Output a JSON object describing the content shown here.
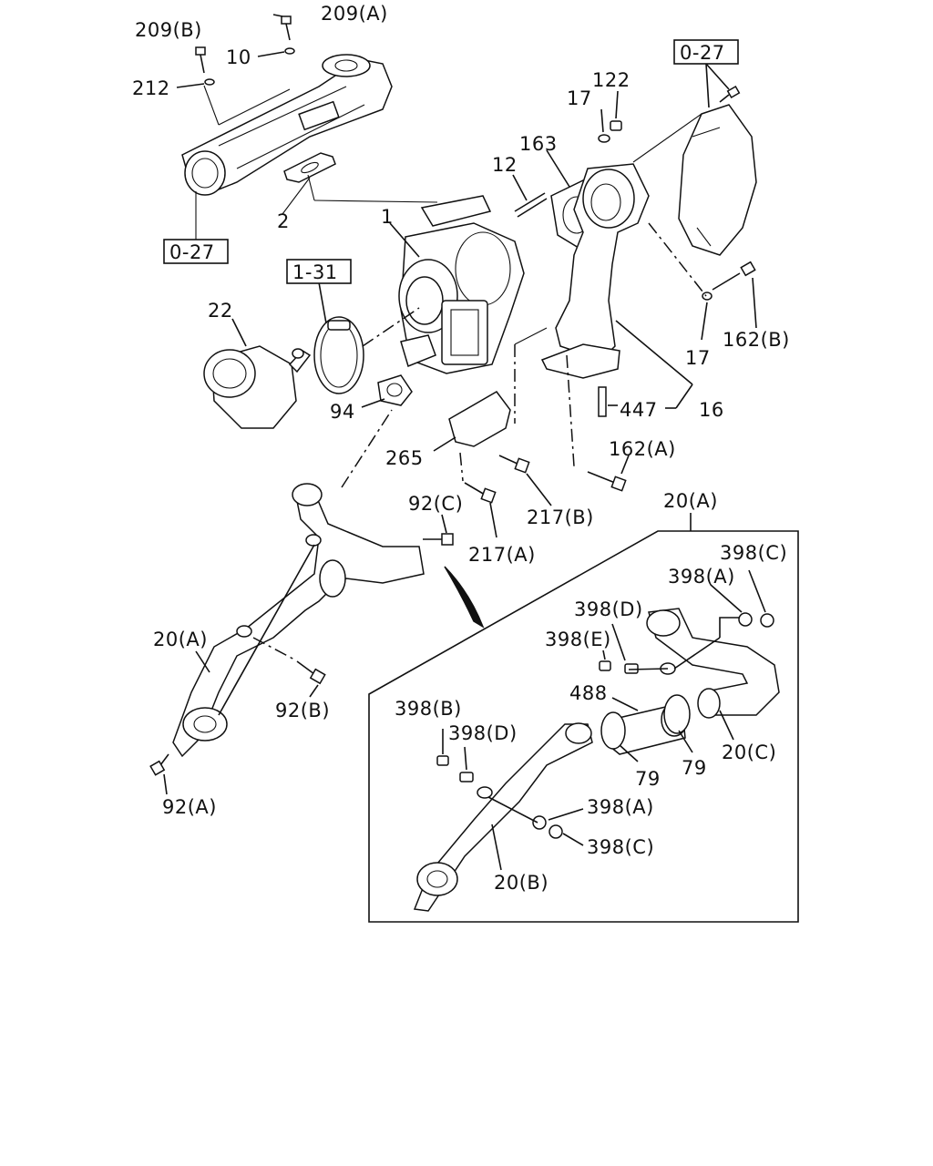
{
  "labels": {
    "l_209a": "209(A)",
    "l_209b": "209(B)",
    "l_10": "10",
    "l_212": "212",
    "l_2": "2",
    "l_027_left": "0-27",
    "l_027_right": "0-27",
    "l_122": "122",
    "l_17_top": "17",
    "l_163": "163",
    "l_12": "12",
    "l_1": "1",
    "l_131": "1-31",
    "l_22": "22",
    "l_162b": "162(B)",
    "l_17_mid": "17",
    "l_447": "447",
    "l_16": "16",
    "l_94": "94",
    "l_265": "265",
    "l_162a": "162(A)",
    "l_217b": "217(B)",
    "l_92c": "92(C)",
    "l_217a": "217(A)",
    "l_20a_top": "20(A)",
    "l_398c_top": "398(C)",
    "l_398a_top": "398(A)",
    "l_398d_top": "398(D)",
    "l_398e": "398(E)",
    "l_488": "488",
    "l_20a_left": "20(A)",
    "l_92b": "92(B)",
    "l_398b": "398(B)",
    "l_398d_bot": "398(D)",
    "l_79_left": "79",
    "l_79_right": "79",
    "l_20c": "20(C)",
    "l_398a_bot": "398(A)",
    "l_398c_bot": "398(C)",
    "l_20b": "20(B)",
    "l_92a": "92(A)"
  }
}
